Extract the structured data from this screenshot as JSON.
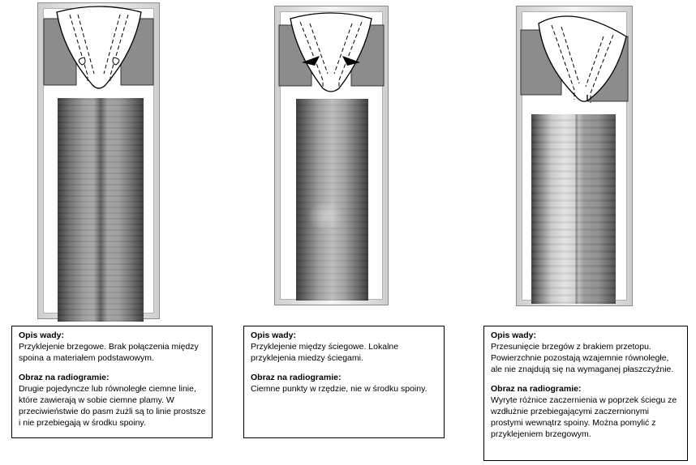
{
  "panels": [
    {
      "heading_description": "Opis wady:",
      "description": "Przyklejenie brzegowe. Brak połączenia między spoina a materiałem podstawowym.",
      "heading_radiogram": "Obraz na radiogramie:",
      "radiogram": "Drugie pojedyncze lub równoległe ciemne linie, które zawierają w sobie ciemne plamy. W przeciwieństwie do pasm żużli są to linie prostsze i nie przebiegają w środku spoiny."
    },
    {
      "heading_description": "Opis wady:",
      "description": "Przyklejenie między ściegowe. Lokalne przyklejenia miedzy ściegami.",
      "heading_radiogram": "Obraz na radiogramie:",
      "radiogram": "Ciemne punkty w rzędzie, nie w środku spoiny."
    },
    {
      "heading_description": "Opis wady:",
      "description": "Przesunięcie brzegów z brakiem przetopu. Powierzchnie pozostają wzajemnie równoległe, ale nie znajdują się na wymaganej płaszczyźnie.",
      "heading_radiogram": "Obraz na radiogramie:",
      "radiogram": "Wyryte różnice zaczernienia w poprzek ściegu ze wzdłużnie przebiegającymi zaczernionymi prostymi wewnątrz spoiny. Można pomylić z przyklejeniem brzegowym."
    }
  ]
}
